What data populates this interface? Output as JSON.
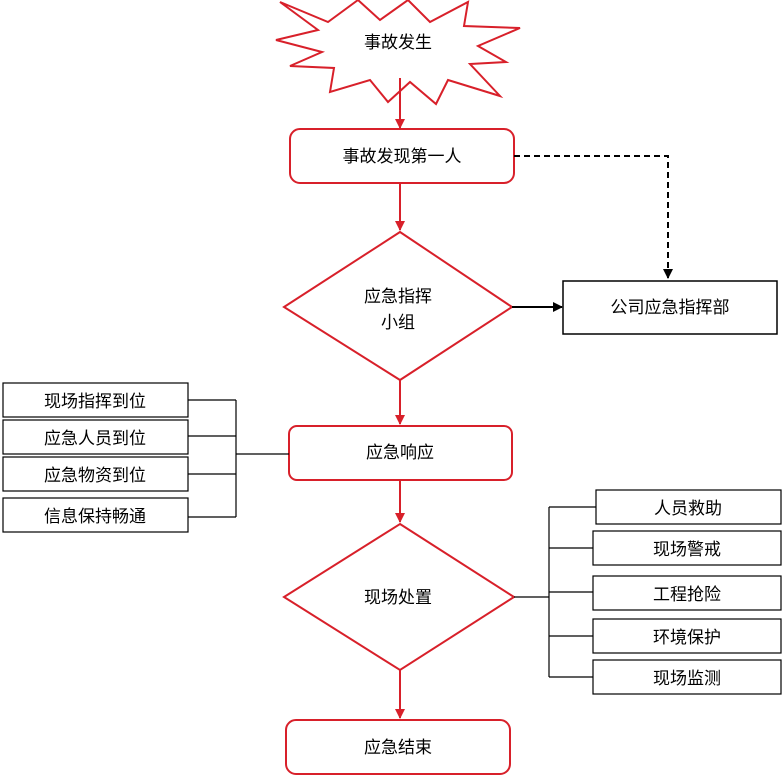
{
  "start": {
    "label": "事故发生"
  },
  "first_person": {
    "label": "事故发现第一人"
  },
  "command_group": {
    "label_line1": "应急指挥",
    "label_line2": "小组"
  },
  "company_command": {
    "label": "公司应急指挥部"
  },
  "response": {
    "label": "应急响应"
  },
  "onsite": {
    "label": "现场处置"
  },
  "end": {
    "label": "应急结束"
  },
  "response_items": [
    {
      "label": "现场指挥到位"
    },
    {
      "label": "应急人员到位"
    },
    {
      "label": "应急物资到位"
    },
    {
      "label": "信息保持畅通"
    }
  ],
  "onsite_items": [
    {
      "label": "人员救助"
    },
    {
      "label": "现场警戒"
    },
    {
      "label": "工程抢险"
    },
    {
      "label": "环境保护"
    },
    {
      "label": "现场监测"
    }
  ],
  "colors": {
    "flow": "#d8202a",
    "line": "#000000"
  }
}
